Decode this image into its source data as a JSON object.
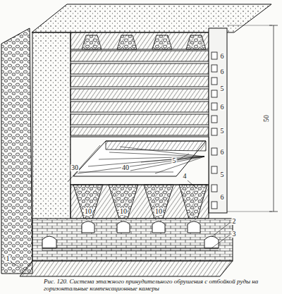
{
  "diagram": {
    "caption": "Рис. 120. Система этажного принудительного обрушения с отбойкой руды на горизонтальные компенсационные камеры",
    "labels": [
      "50",
      "30",
      "40",
      "10",
      "10",
      "10",
      "1",
      "2",
      "3",
      "4",
      "5",
      "6",
      "6",
      "5",
      "6",
      "5",
      "6",
      "5",
      "6"
    ]
  }
}
